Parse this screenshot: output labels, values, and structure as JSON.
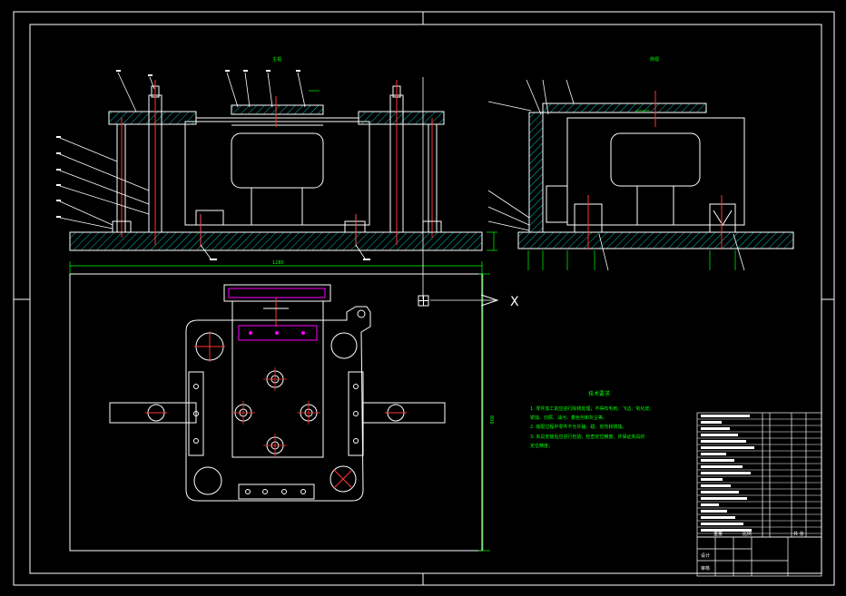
{
  "drawing": {
    "colors": {
      "background": "#000000",
      "line": "#ffffff",
      "hatch": "#00ffff",
      "dimension": "#00ff00",
      "center_line": "#ff3333",
      "highlight": "#ff00ff",
      "rod": "#ff5050"
    },
    "front_view_label": "主视",
    "side_view_label": "侧视",
    "dim_total_width": "1280",
    "dim_plate_height": "800",
    "axis_x_label": "X",
    "tech_title": "技术要求",
    "tech_notes": [
      "1. 零件加工前应进行除锈处理，不得有毛刺、飞边、氧化皮、",
      "锈蚀、切屑、油污、着色剂和灰尘等。",
      "2. 装配过程中零件不允许磕、碰、划伤和锈蚀。",
      "3. 夹具安装后应进行检验，检查定位精度，并保证夹具的",
      "定位精度。"
    ],
    "title_block": {
      "label_weight": "重量",
      "label_scale": "比例",
      "label_sheet": "共 张",
      "label_drawn": "设计",
      "label_check": "审核"
    },
    "icons": {
      "ucs": "ucs-icon",
      "cross": "cross-mark-icon"
    }
  }
}
